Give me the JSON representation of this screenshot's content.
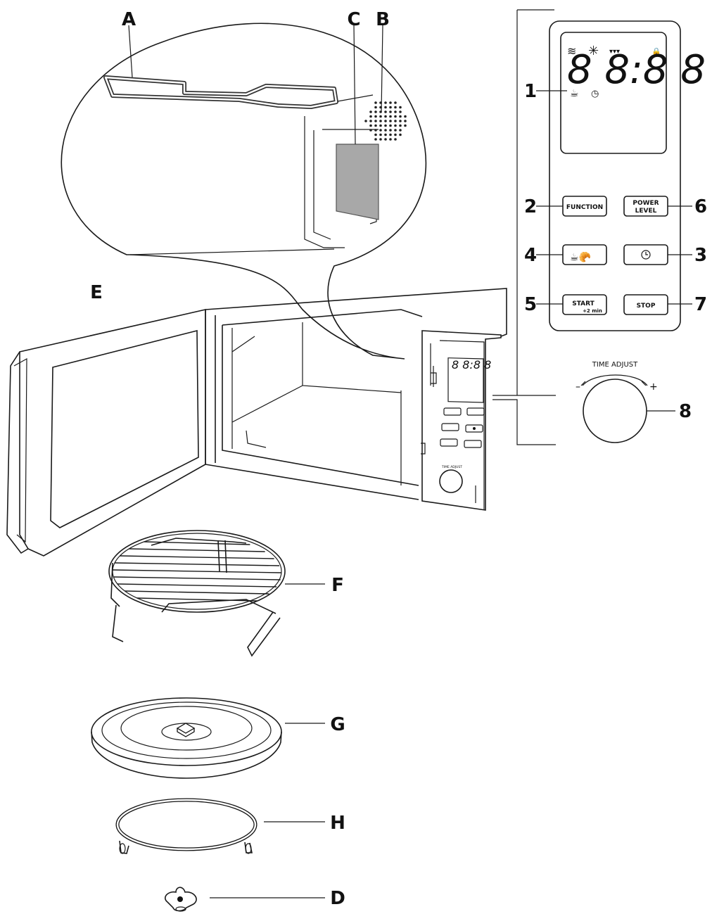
{
  "parts": {
    "A": "A",
    "B": "B",
    "C": "C",
    "D": "D",
    "E": "E",
    "F": "F",
    "G": "G",
    "H": "H"
  },
  "controls": {
    "n1": "1",
    "n2": "2",
    "n3": "3",
    "n4": "4",
    "n5": "5",
    "n6": "6",
    "n7": "7",
    "n8": "8"
  },
  "panel": {
    "display_digits": "8 8:8 8",
    "function_label": "FUNCTION",
    "power_label_1": "POWER",
    "power_label_2": "LEVEL",
    "start_label": "START",
    "start_sub": "+2 min",
    "stop_label": "STOP",
    "time_adjust": "TIME ADJUST",
    "minus": "–",
    "plus": "+"
  }
}
